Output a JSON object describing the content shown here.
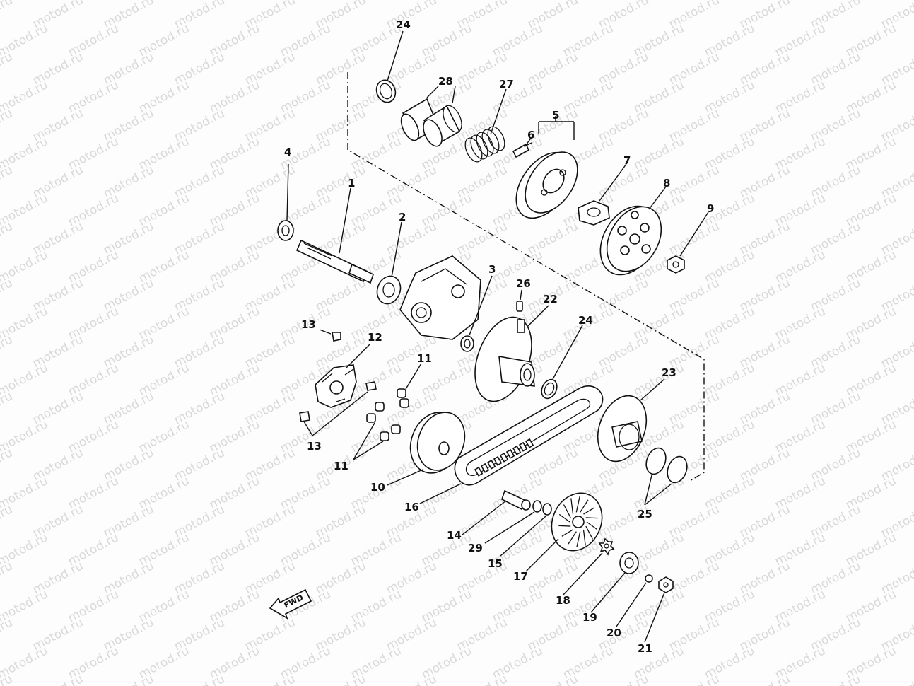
{
  "watermark": "motod.ru",
  "direction_label": "FWD",
  "callouts": [
    "1",
    "2",
    "3",
    "4",
    "5",
    "6",
    "7",
    "8",
    "9",
    "10",
    "11",
    "11",
    "12",
    "13",
    "13",
    "14",
    "15",
    "16",
    "17",
    "18",
    "19",
    "20",
    "21",
    "22",
    "23",
    "24",
    "24",
    "25",
    "26",
    "27",
    "28",
    "29"
  ]
}
